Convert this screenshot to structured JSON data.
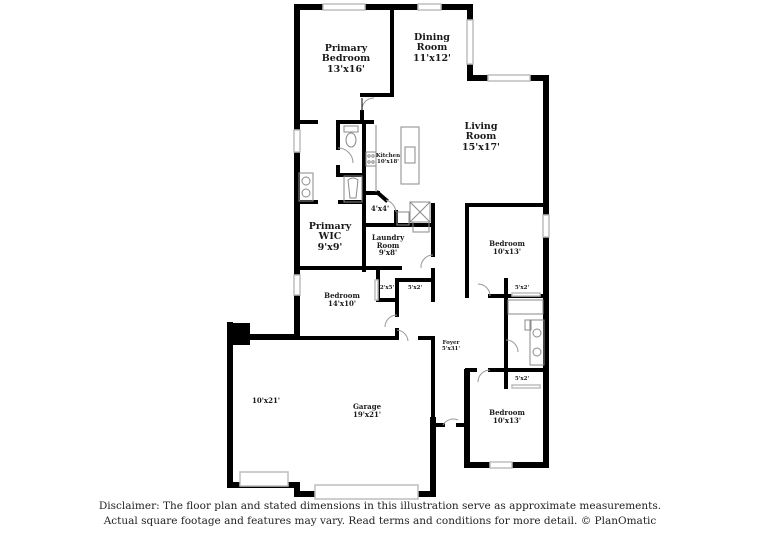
{
  "floorplan": {
    "rooms": [
      {
        "name": "Primary Bedroom",
        "line1": "Primary",
        "line2": "Bedroom",
        "dims": "13'x16'"
      },
      {
        "name": "Dining Room",
        "line1": "Dining",
        "line2": "Room",
        "dims": "11'x12'"
      },
      {
        "name": "Living Room",
        "line1": "Living",
        "line2": "Room",
        "dims": "15'x17'"
      },
      {
        "name": "Kitchen",
        "line1": "Kitchen",
        "dims": "10'x18'"
      },
      {
        "name": "Closet 4x4",
        "dims": "4'x4'"
      },
      {
        "name": "Primary WIC",
        "line1": "Primary",
        "line2": "WIC",
        "dims": "9'x9'"
      },
      {
        "name": "Laundry Room",
        "line1": "Laundry",
        "line2": "Room",
        "dims": "9'x8'"
      },
      {
        "name": "Bedroom East Upper",
        "line1": "Bedroom",
        "dims": "10'x13'"
      },
      {
        "name": "Bedroom West",
        "line1": "Bedroom",
        "dims": "14'x10'"
      },
      {
        "name": "Closet 2x5",
        "dims": "2'x5'"
      },
      {
        "name": "Closet 5x2 West",
        "dims": "5'x2'"
      },
      {
        "name": "Closet 5x2 East Upper",
        "dims": "5'x2'"
      },
      {
        "name": "Foyer",
        "line1": "Foyer",
        "dims": "5'x31'"
      },
      {
        "name": "Closet 5x2 East Lower",
        "dims": "5'x2'"
      },
      {
        "name": "Garage",
        "line1": "Garage",
        "dims": "19'x21'"
      },
      {
        "name": "Garage Bay",
        "dims": "10'x21'"
      },
      {
        "name": "Bedroom East Lower",
        "line1": "Bedroom",
        "dims": "10'x13'"
      }
    ]
  },
  "disclaimer": {
    "line1": "Disclaimer: The floor plan and stated dimensions in this illustration serve as approximate measurements.",
    "line2": "Actual square footage and features may vary. Read terms and conditions for more detail. © PlanOmatic"
  },
  "colors": {
    "wall": "#000000",
    "window": "#bdbdbd",
    "fixture": "#8a8a8a",
    "background": "#ffffff"
  }
}
